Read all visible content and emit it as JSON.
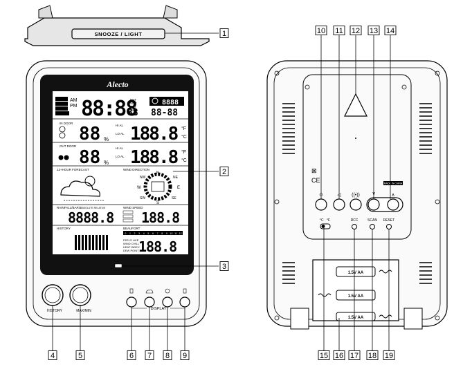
{
  "snooze_bar_label": "SNOOZE / LIGHT",
  "brand": "Alecto",
  "front": {
    "button_history": "HISTORY",
    "button_maxmin": "MAX/MIN",
    "display_label": "DISPLAY",
    "lcd": {
      "clock": "88:88",
      "seconds": "88",
      "date": "88-88",
      "am": "AM",
      "pm": "PM",
      "tz": [
        "PST",
        "MST",
        "CST",
        "EST"
      ],
      "indoor_label": "IN DOOR",
      "outdoor_label": "OUT DOOR",
      "humidity_in": "88",
      "humidity_out": "88",
      "percent": "%",
      "temp_in": "188.8",
      "temp_out": "188.8",
      "hi_al": "HI AL",
      "lo_al": "LO AL",
      "deg_f": "°F",
      "deg_c": "°C",
      "forecast_label": "12+HOUR FORECAST",
      "wind_dir_label": "WIND DIRECTION",
      "compass": [
        "N",
        "NE",
        "E",
        "SE",
        "S",
        "SW",
        "W",
        "NW"
      ],
      "rain_label": "RAINFALL/BARO",
      "abs_rel": "ABSOLUTE RELATIVE",
      "rain_value": "8888.8",
      "wind_speed_label": "WIND SPEED",
      "wind_value": "188.8",
      "history_label": "HISTORY",
      "beaufort_label": "BEAUFORT",
      "beaufort_scale": [
        "0",
        "1",
        "2",
        "3",
        "4",
        "5",
        "6",
        "7",
        "8",
        "9",
        "10",
        "11",
        "12"
      ],
      "feels_like": [
        "FEELS LIKE",
        "WIND CHILL",
        "HEAT INDEX",
        "DEW POINT"
      ],
      "bottom_value": "188.8"
    }
  },
  "back": {
    "button_labels": [
      "°C",
      "°F",
      "RCC",
      "SCAN",
      "RESET"
    ],
    "battery_label": "1.5V AA",
    "made_in": "MADE IN CHINA"
  },
  "callouts": [
    "1",
    "2",
    "3",
    "4",
    "5",
    "6",
    "7",
    "8",
    "9",
    "10",
    "11",
    "12",
    "13",
    "14",
    "15",
    "16",
    "17",
    "18",
    "19"
  ]
}
